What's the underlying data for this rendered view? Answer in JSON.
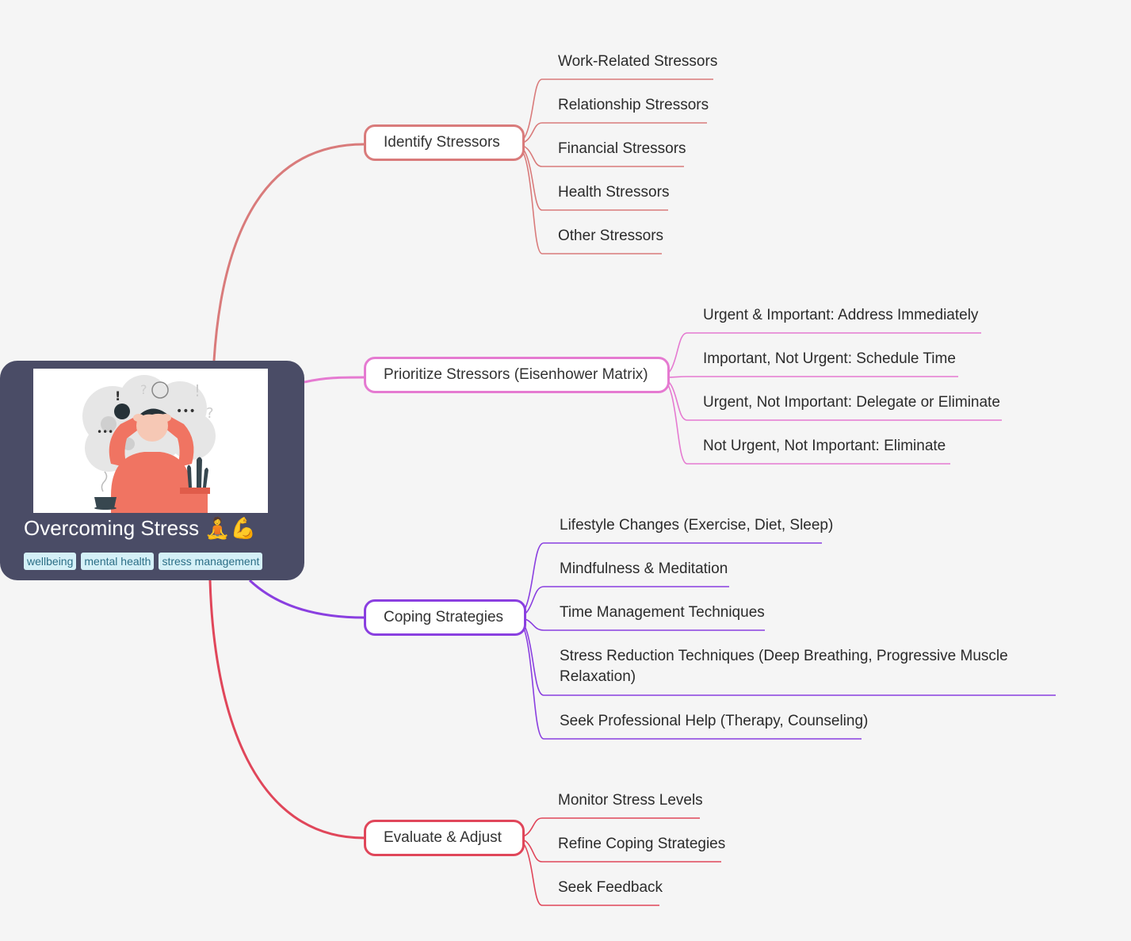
{
  "root": {
    "title": "Overcoming Stress 🧘💪",
    "tags": [
      "wellbeing",
      "mental health",
      "stress management"
    ],
    "illustration": "person-stressed-holding-head-icon"
  },
  "branches": [
    {
      "label": "Identify Stressors",
      "color": "#d97b7b",
      "children": [
        "Work-Related Stressors",
        "Relationship Stressors",
        "Financial Stressors",
        "Health Stressors",
        "Other Stressors"
      ]
    },
    {
      "label": "Prioritize Stressors (Eisenhower Matrix)",
      "color": "#e57ad1",
      "children": [
        "Urgent & Important: Address Immediately",
        "Important, Not Urgent: Schedule Time",
        "Urgent, Not Important: Delegate or Eliminate",
        "Not Urgent, Not Important: Eliminate"
      ]
    },
    {
      "label": "Coping Strategies",
      "color": "#8a3fe0",
      "children": [
        "Lifestyle Changes (Exercise, Diet, Sleep)",
        "Mindfulness & Meditation",
        "Time Management Techniques",
        "Stress Reduction Techniques (Deep Breathing, Progressive Muscle Relaxation)",
        "Seek Professional Help (Therapy, Counseling)"
      ]
    },
    {
      "label": "Evaluate & Adjust",
      "color": "#e0465a",
      "children": [
        "Monitor Stress Levels",
        "Refine Coping Strategies",
        "Seek Feedback"
      ]
    }
  ]
}
